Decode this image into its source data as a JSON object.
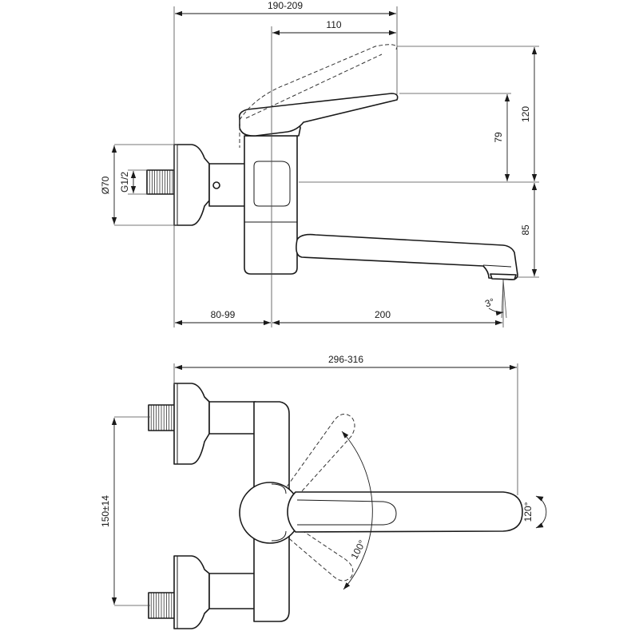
{
  "dimensions": {
    "top_overall_width": "190-209",
    "lever_reach": "110",
    "total_height": "120",
    "lever_height": "79",
    "spout_height": "85",
    "flange_diameter": "Ø70",
    "thread_size": "G1/2",
    "wall_offset": "80-99",
    "spout_reach": "200",
    "spout_tilt": "3°",
    "bottom_overall_width": "296-316",
    "inlet_spacing": "150±14",
    "lever_rotation": "100°",
    "spout_swivel": "120°"
  },
  "colors": {
    "line": "#1a1a1a",
    "background": "#ffffff"
  }
}
